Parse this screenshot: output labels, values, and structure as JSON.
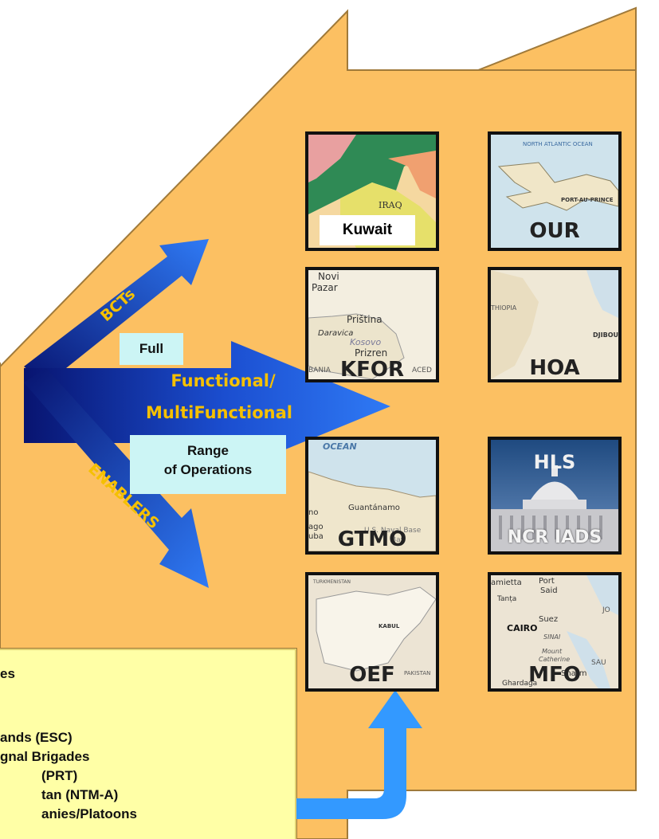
{
  "arrows": {
    "upper_label": "BCTs",
    "lower_label": "ENABLERS",
    "center_line1": "Functional/",
    "center_line2": "MultiFunctional"
  },
  "boxes": {
    "full": "Full",
    "range_line1": "Range",
    "range_line2": "of Operations"
  },
  "tiles": [
    {
      "id": "kuwait",
      "label": "Kuwait",
      "map_text": [
        "IRAQ"
      ]
    },
    {
      "id": "our",
      "label": "OUR",
      "map_text": [
        "NORTH ATLANTIC OCEAN",
        "PORT-AU-PRINCE"
      ]
    },
    {
      "id": "kfor",
      "label": "KFOR",
      "map_text": [
        "Novi",
        "Pazar",
        "Priština",
        "Daravica",
        "Kosovo",
        "Prizren",
        "BANIA",
        "ACED"
      ]
    },
    {
      "id": "hoa",
      "label": "HOA",
      "map_text": [
        "THIOPIA",
        "DJIBOU"
      ]
    },
    {
      "id": "gtmo",
      "label": "GTMO",
      "map_text": [
        "OCEAN",
        "Guantánamo",
        "U.S. Naval Base",
        "Bay",
        "ago",
        "uba",
        "no"
      ]
    },
    {
      "id": "hls",
      "label": "HLS",
      "sublabel": "NCR IADS"
    },
    {
      "id": "oef",
      "label": "OEF",
      "map_text": [
        "TURKMENISTAN",
        "KABUL",
        "PAKISTAN"
      ]
    },
    {
      "id": "mfo",
      "label": "MFO",
      "map_text": [
        "amietta",
        "Port",
        "Said",
        "Tanța",
        "Suez",
        "CAIRO",
        "SINAI",
        "Mount",
        "Catherine",
        "Sharm",
        "SAU",
        "Ghardaga",
        "JO"
      ]
    }
  ],
  "legend": {
    "lines": [
      "es",
      "ands (ESC)",
      "gnal Brigades",
      "(PRT)",
      "tan (NTM-A)",
      "anies/Platoons"
    ]
  },
  "colors": {
    "house_fill": "#fcc062",
    "house_stroke": "#a07a3a",
    "arrow_dark": "#0a1a7a",
    "arrow_light": "#2a6cf0",
    "text_yellow": "#f5c000",
    "return_arrow": "#3399ff",
    "legend_fill": "#ffffa6",
    "box_cyan": "#ccf5f5"
  }
}
